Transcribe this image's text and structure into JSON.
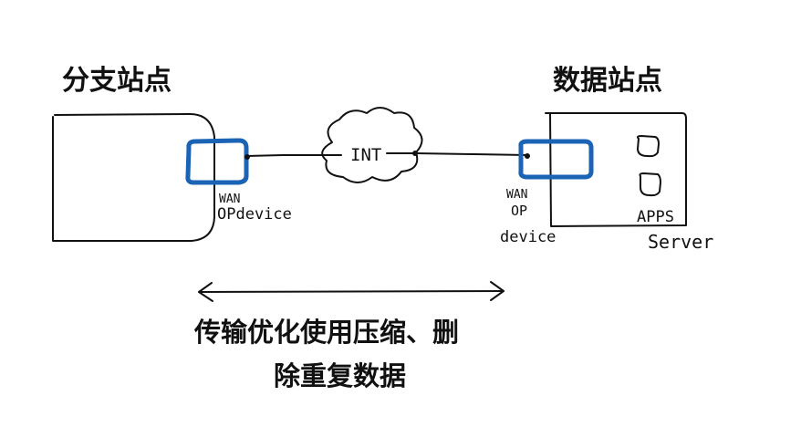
{
  "branch": {
    "title": "分支站点",
    "wan_device": [
      "WAN",
      "OPdevice"
    ]
  },
  "datacenter": {
    "title": "数据站点",
    "wan_device": [
      "WAN",
      "OP",
      "device"
    ],
    "apps_label": "APPS",
    "server_label": "Server"
  },
  "network": {
    "cloud_label": "INT"
  },
  "caption": {
    "line1": "传输优化使用压缩、删",
    "line2": "除重复数据"
  },
  "colors": {
    "ink": "#111111",
    "wan_device": "#1a63b5",
    "background": "#ffffff"
  }
}
